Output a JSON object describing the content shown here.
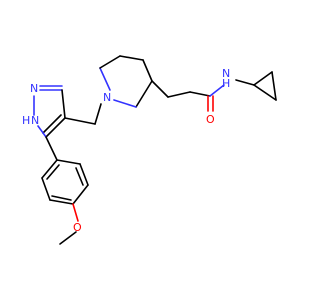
{
  "colors": {
    "carbon": "#000000",
    "nitrogen": "#3333ff",
    "oxygen": "#ff0000"
  },
  "atoms": {
    "pyrazole_n1": "N",
    "pyrazole_n2_h": "H",
    "pyrazole_n2": "N",
    "piperidine_n": "N",
    "amide_n": "N",
    "amide_n_h": "H",
    "amide_o": "O",
    "ether_o": "O"
  }
}
